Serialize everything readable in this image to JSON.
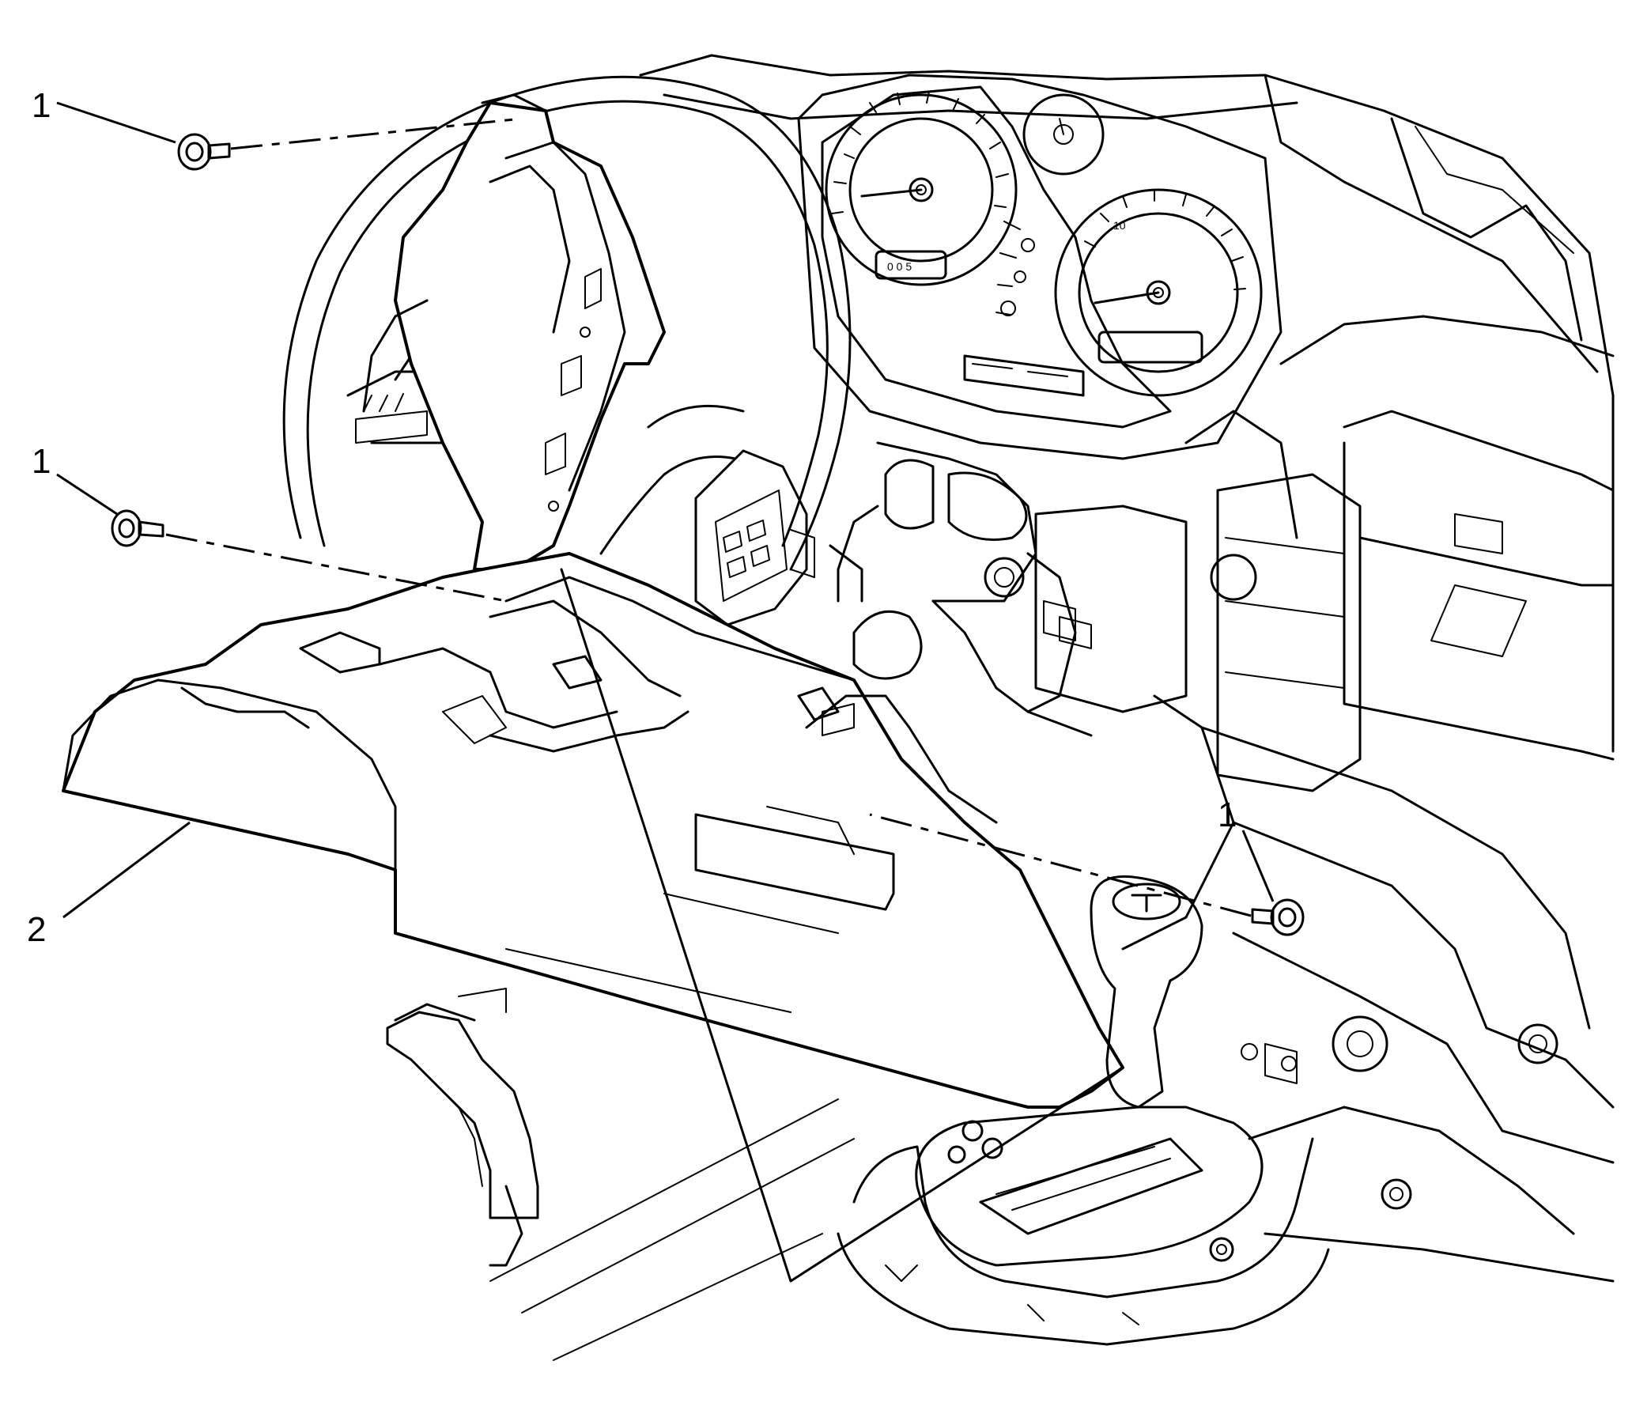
{
  "callouts": {
    "fastener_top_left": "1",
    "fastener_mid_left": "1",
    "fastener_right": "1",
    "panel": "2"
  },
  "gauges": {
    "speedometer_digits": "0 0 5",
    "tachometer_text": "10"
  },
  "colors": {
    "line": "#000000",
    "background": "#ffffff"
  }
}
